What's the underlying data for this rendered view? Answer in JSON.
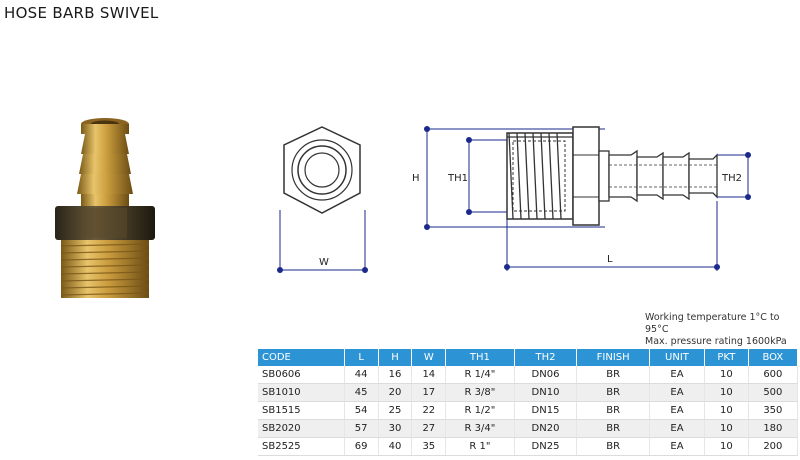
{
  "title": "HOSE BARB SWIVEL",
  "notes": {
    "working_temperature": "Working temperature 1°C to 95°C",
    "max_pressure": "Max. pressure rating 1600kPa"
  },
  "dimension_labels": {
    "h": "H",
    "th1": "TH1",
    "th2": "TH2",
    "w": "W",
    "l": "L"
  },
  "table": {
    "headers": [
      "CODE",
      "L",
      "H",
      "W",
      "TH1",
      "TH2",
      "FINISH",
      "UNIT",
      "PKT",
      "BOX"
    ],
    "rows": [
      [
        "SB0606",
        "44",
        "16",
        "14",
        "R 1/4\"",
        "DN06",
        "BR",
        "EA",
        "10",
        "600"
      ],
      [
        "SB1010",
        "45",
        "20",
        "17",
        "R 3/8\"",
        "DN10",
        "BR",
        "EA",
        "10",
        "500"
      ],
      [
        "SB1515",
        "54",
        "25",
        "22",
        "R 1/2\"",
        "DN15",
        "BR",
        "EA",
        "10",
        "350"
      ],
      [
        "SB2020",
        "57",
        "30",
        "27",
        "R 3/4\"",
        "DN20",
        "BR",
        "EA",
        "10",
        "180"
      ],
      [
        "SB2525",
        "69",
        "40",
        "35",
        "R 1\"",
        "DN25",
        "BR",
        "EA",
        "10",
        "200"
      ]
    ]
  },
  "colors": {
    "header_bg": "#2c94d4",
    "dimension_line": "#1a2a8c",
    "brass": "#c49a3a"
  }
}
